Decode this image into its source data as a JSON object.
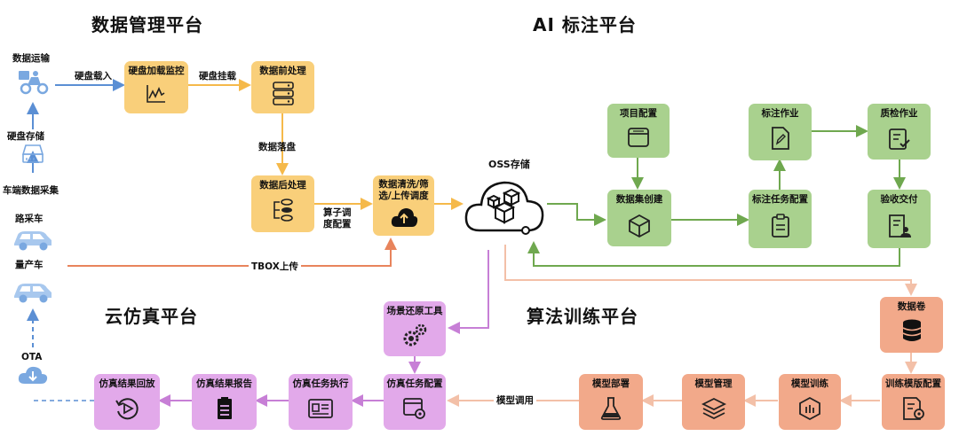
{
  "platforms": {
    "data_mgmt": "数据管理平台",
    "ai_annotation": "AI 标注平台",
    "cloud_sim": "云仿真平台",
    "algo_training": "算法训练平台"
  },
  "left_column": {
    "data_transport": "数据运输",
    "disk_storage": "硬盘存储",
    "vehicle_collect": "车端数据采集",
    "road_vehicle": "路采车",
    "production_vehicle": "量产车",
    "ota": "OTA"
  },
  "data_mgmt": {
    "disk_load_monitor": "硬盘加载监控",
    "pre_processing": "数据前处理",
    "post_processing": "数据后处理",
    "clean_filter_upload": "数据清洗/筛选/上传调度",
    "edge_disk_load": "硬盘载入",
    "edge_disk_mount": "硬盘挂载",
    "edge_data_landing": "数据落盘",
    "edge_operator_config": "算子调度配置",
    "edge_tbox_upload": "TBOX上传"
  },
  "oss": {
    "label": "OSS存储"
  },
  "annotation": {
    "project_config": "项目配置",
    "dataset_create": "数据集创建",
    "label_task_config": "标注任务配置",
    "label_job": "标注作业",
    "qc_job": "质检作业",
    "accept_delivery": "验收交付"
  },
  "training": {
    "data_volume": "数据卷",
    "template_config": "训练模版配置",
    "model_train": "模型训练",
    "model_mgmt": "模型管理",
    "model_deploy": "模型部署",
    "edge_model_call": "模型调用"
  },
  "simulation": {
    "scene_restore": "场景还原工具",
    "sim_task_config": "仿真任务配置",
    "sim_task_exec": "仿真任务执行",
    "sim_report": "仿真结果报告",
    "sim_playback": "仿真结果回放"
  },
  "colors": {
    "yellow_box": "#f9cf7a",
    "green_box": "#a9d18e",
    "purple_box": "#e2a9ea",
    "orange_box": "#f2a98a",
    "blue_arrow": "#5b8fd4",
    "yellow_arrow": "#f5b94a",
    "green_arrow": "#6fa84f",
    "purple_arrow": "#c77fd6",
    "orange_arrow": "#e8845c",
    "peach_arrow": "#f3c0a8",
    "icon_blue": "#7aa8e0"
  }
}
